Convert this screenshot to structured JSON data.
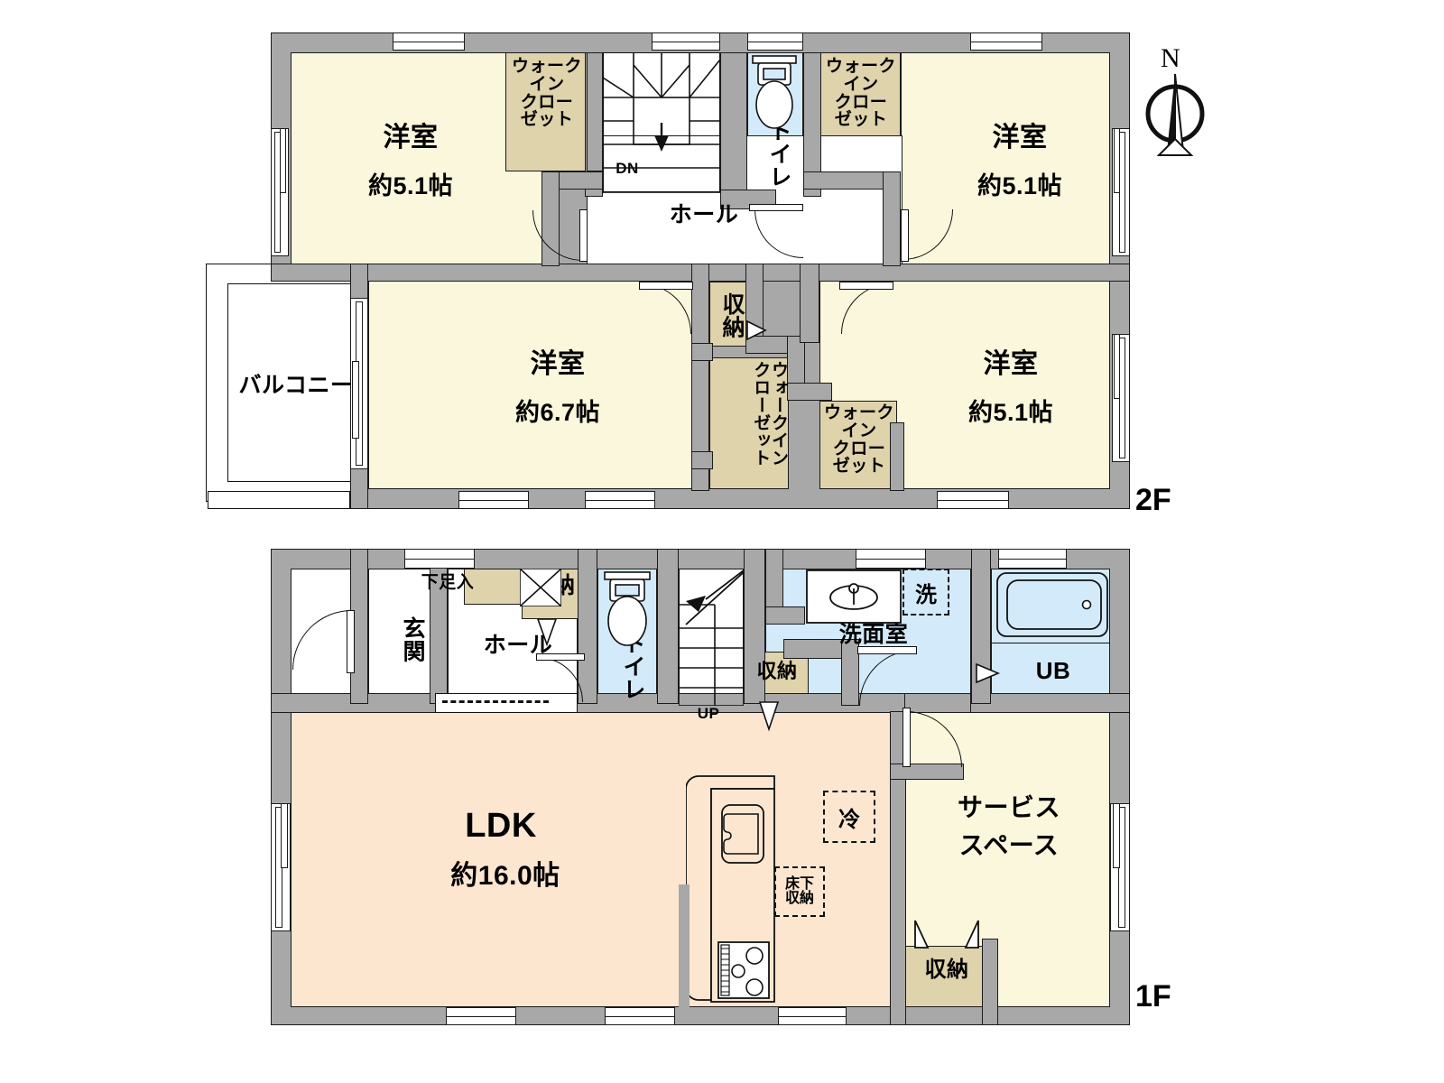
{
  "document": {
    "type": "floor-plan",
    "compass_label": "N",
    "floors": [
      {
        "id": "2F",
        "label": "2F"
      },
      {
        "id": "1F",
        "label": "1F"
      }
    ]
  },
  "colors": {
    "wall": "#a8a8a8",
    "room_yellow": "#fbf7dc",
    "room_peach": "#fce6d0",
    "room_blue": "#d3eafb",
    "closet_tan": "#dfd3ac",
    "outline": "#1b1b1b"
  },
  "floor2": {
    "label": "2F",
    "rooms": [
      {
        "name": "洋室",
        "area": "約5.1帖",
        "area_prefix": "約",
        "area_value": "5.1",
        "area_unit": "帖",
        "position": "top-left"
      },
      {
        "name": "洋室",
        "area": "約5.1帖",
        "area_prefix": "約",
        "area_value": "5.1",
        "area_unit": "帖",
        "position": "top-right"
      },
      {
        "name": "洋室",
        "area": "約6.7帖",
        "area_prefix": "約",
        "area_value": "6.7",
        "area_unit": "帖",
        "position": "bottom-left"
      },
      {
        "name": "洋室",
        "area": "約5.1帖",
        "area_prefix": "約",
        "area_value": "5.1",
        "area_unit": "帖",
        "position": "bottom-right"
      }
    ],
    "balcony_label": "バルコニー",
    "hall_label": "ホール",
    "toilet_label": "トイレ",
    "stair_down_label": "DN",
    "closets": [
      {
        "label": "ウォーク\nイン\nクロー\nゼット",
        "position": "top-left-wic"
      },
      {
        "label": "ウォーク\nイン\nクロー\nゼット",
        "position": "top-right-wic"
      },
      {
        "label": "収納",
        "position": "center-storage"
      },
      {
        "label": "ウォークイン\nクローゼット",
        "position": "center-wic-vertical"
      },
      {
        "label": "ウォーク\nイン\nクロー\nゼット",
        "position": "bottom-right-wic"
      }
    ]
  },
  "floor1": {
    "label": "1F",
    "entrance_label": "玄関",
    "hall_label": "ホール",
    "shoe_cabinet_label": "下足入",
    "storage_label": "収納",
    "toilet_label": "トイレ",
    "stair_up_label": "UP",
    "washroom_label": "洗面室",
    "washer_label": "洗",
    "bath_label": "UB",
    "fridge_label": "冷",
    "underfloor_storage_label": "床下\n収納",
    "underfloor_storage_line1": "床下",
    "underfloor_storage_line2": "収納",
    "ldk_name": "LDK",
    "ldk_area": "約16.0帖",
    "ldk_area_prefix": "約",
    "ldk_area_value": "16.0",
    "ldk_area_unit": "帖",
    "service_space_label": "サービス\nスペース",
    "service_space_line1": "サービス",
    "service_space_line2": "スペース",
    "service_storage_label": "収納",
    "stair_storage_label": "収納"
  }
}
